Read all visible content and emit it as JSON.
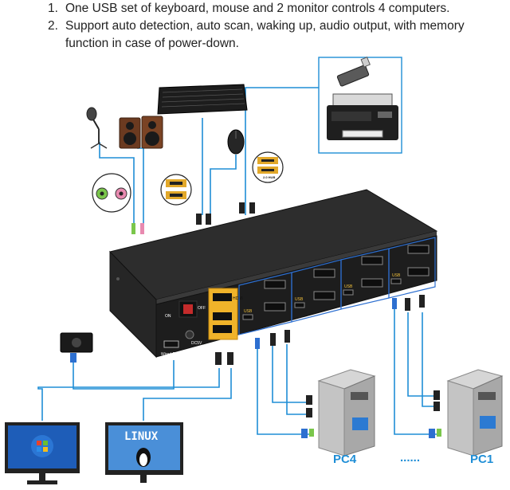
{
  "notes": [
    {
      "num": "1.",
      "text": "One USB set of keyboard, mouse and 2 monitor controls 4 computers."
    },
    {
      "num": "2.",
      "text": "Support auto detection, auto scan, waking up, audio output, with memory function in case of power-down."
    }
  ],
  "kvm": {
    "switch_on": "ON",
    "switch_off": "OFF",
    "dc_label": "DC5V",
    "hdmi_label": "HDMI",
    "usb_label": "USB",
    "wired_remote_label": "Wired Remote",
    "hub_label": "2.0 HUB"
  },
  "computers": {
    "pc4_label": "PC4",
    "separator": "......",
    "pc1_label": "PC1"
  },
  "monitors": {
    "linux_label": "LINUX"
  },
  "colors": {
    "cable": "#1f8ed6",
    "hdmi_gold": "#f0b32a",
    "port_blue": "#2d6fd0",
    "kvm_body": "#2a2a2a"
  }
}
